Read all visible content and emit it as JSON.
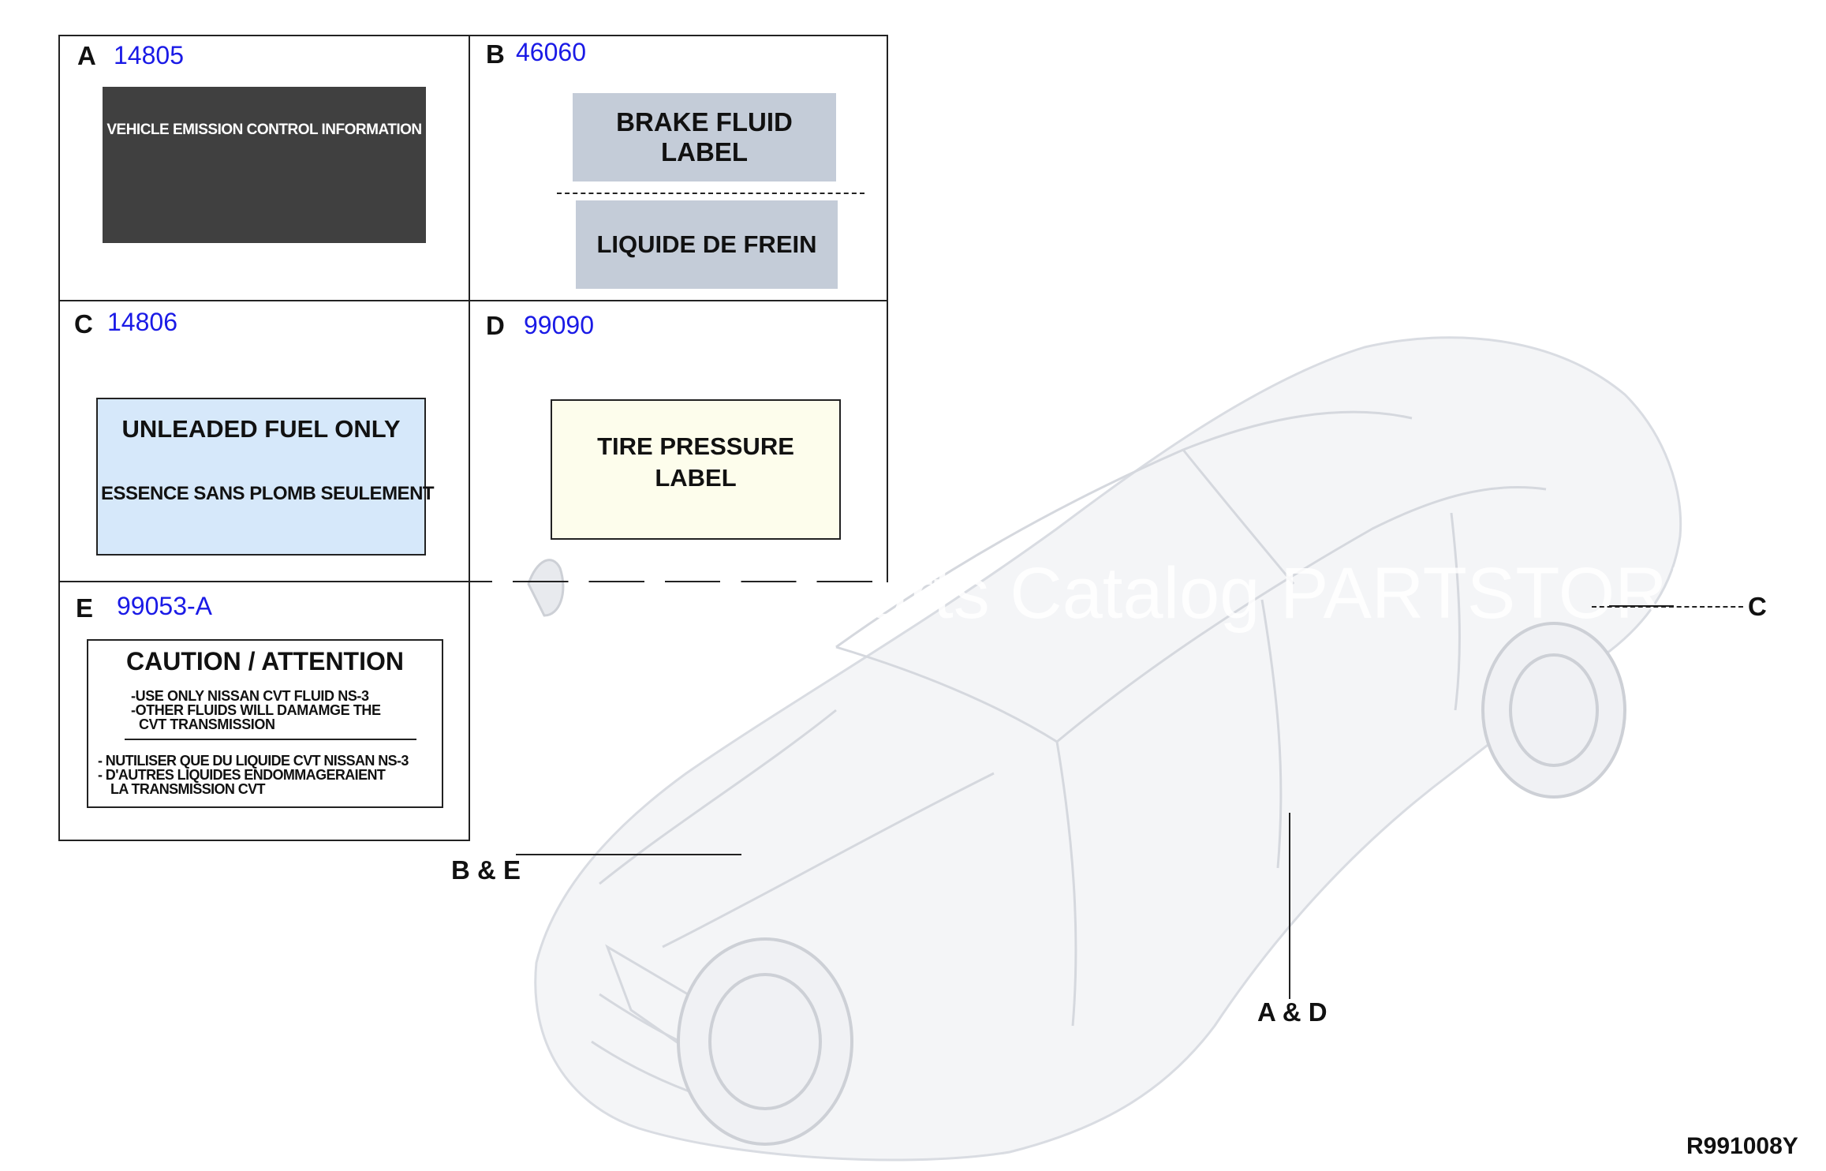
{
  "cells": {
    "a": {
      "letter": "A",
      "part_no": "14805",
      "label_text": "VEHICLE EMISSION CONTROL INFORMATION",
      "label_color": "#404040"
    },
    "b": {
      "letter": "B",
      "part_no": "46060",
      "label_top": "BRAKE FLUID LABEL",
      "label_bottom": "LIQUIDE DE FREIN",
      "label_color": "#c4ccd8"
    },
    "c": {
      "letter": "C",
      "part_no": "14806",
      "label_top": "UNLEADED FUEL ONLY",
      "label_bottom": "ESSENCE SANS PLOMB SEULEMENT",
      "label_color": "#d6e8fa"
    },
    "d": {
      "letter": "D",
      "part_no": "99090",
      "label_text_1": "TIRE PRESSURE",
      "label_text_2": "LABEL",
      "label_color": "#fdfdec"
    },
    "e": {
      "letter": "E",
      "part_no": "99053-A",
      "caution_title": "CAUTION / ATTENTION",
      "en_line_1": "-USE ONLY NISSAN CVT FLUID NS-3",
      "en_line_2": "-OTHER FLUIDS WILL DAMAMGE THE",
      "en_line_3": "CVT TRANSMISSION",
      "fr_line_1": "- NUTILISER QUE DU LIQUIDE CVT NISSAN NS-3",
      "fr_line_2": "- D'AUTRES LIQUIDES ENDOMMAGERAIENT",
      "fr_line_3": "LA TRANSMISSION CVT"
    }
  },
  "callouts": {
    "c": "C",
    "be": "B & E",
    "ad": "A & D"
  },
  "watermark": "Parts Catalog PARTSTORE.S",
  "diagram_code": "R991008Y"
}
